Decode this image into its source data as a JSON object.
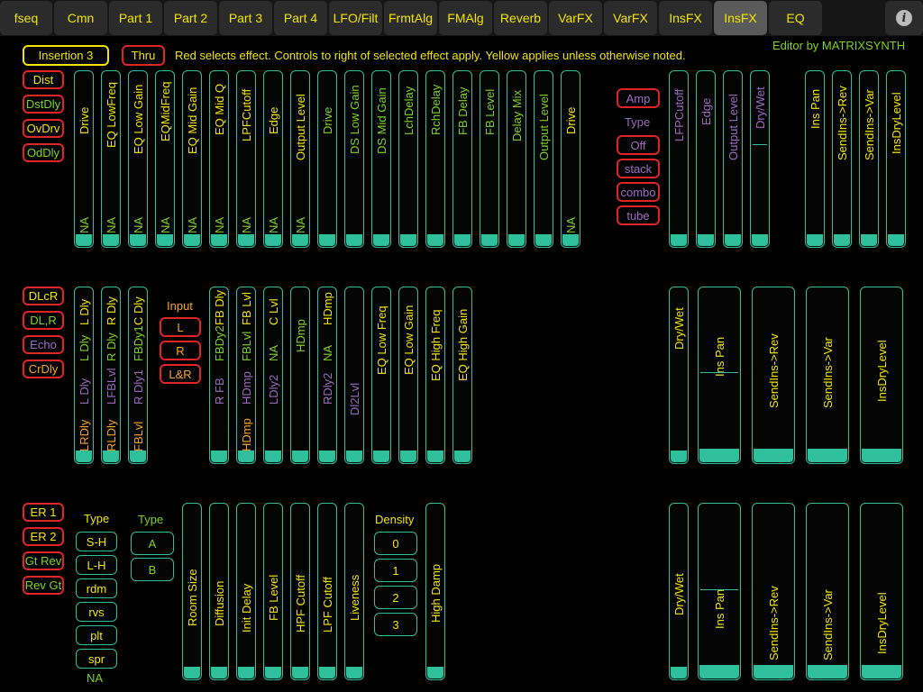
{
  "tabs": [
    "fseq",
    "Cmn",
    "Part 1",
    "Part 2",
    "Part 3",
    "Part 4",
    "LFO/Filt",
    "FrmtAlg",
    "FMAlg",
    "Reverb",
    "VarFX",
    "VarFX",
    "InsFX",
    "InsFX",
    "EQ"
  ],
  "selected_tab_index": 13,
  "info_icon": "info-icon",
  "credit": "Editor by MATRIXSYNTH",
  "header": {
    "insertion_label": "Insertion 3",
    "thru_label": "Thru",
    "instructions": "Red selects effect.   Controls to right of selected effect apply. Yellow applies unless otherwise noted."
  },
  "row1": {
    "effects": [
      "Dist",
      "DstDly",
      "OvDrv",
      "OdDly"
    ],
    "sliders": [
      {
        "label": "Drive",
        "sub": "NA"
      },
      {
        "label": "EQ LowFreq",
        "sub": "NA"
      },
      {
        "label": "EQ Low Gain",
        "sub": "NA"
      },
      {
        "label": "EQMidFreq",
        "sub": "NA"
      },
      {
        "label": "EQ Mid Gain",
        "sub": "NA"
      },
      {
        "label": "EQ Mid Q",
        "sub": "NA"
      },
      {
        "label": "LPFCutoff",
        "sub": "NA"
      },
      {
        "label": "Edge",
        "sub": "NA"
      },
      {
        "label": "Output Level",
        "sub": "NA"
      },
      {
        "label": "Drive",
        "sub": ""
      },
      {
        "label": "DS Low Gain",
        "sub": ""
      },
      {
        "label": "DS Mid Gain",
        "sub": ""
      },
      {
        "label": "LchDelay",
        "sub": ""
      },
      {
        "label": "RchDelay",
        "sub": ""
      },
      {
        "label": "FB Delay",
        "sub": ""
      },
      {
        "label": "FB Level",
        "sub": ""
      },
      {
        "label": "Delay Mix",
        "sub": ""
      },
      {
        "label": "Output Level",
        "sub": ""
      },
      {
        "label": "Drive",
        "sub": "NA"
      }
    ],
    "amp": {
      "label": "Amp",
      "type_label": "Type",
      "types": [
        "Off",
        "stack",
        "combo",
        "tube"
      ]
    },
    "amp_sliders": [
      "LFPCutoff",
      "Edge",
      "Output Level",
      "Dry/Wet"
    ],
    "right_sliders": [
      "Ins Pan",
      "SendIns->Rev",
      "SendIns->Var",
      "InsDryLevel"
    ]
  },
  "row2": {
    "effects": [
      "DLcR",
      "DL,R",
      "Echo",
      "CrDly"
    ],
    "sliders": [
      {
        "top": "L Dly",
        "mid": "L Dly",
        "low": "L Dly",
        "bottom": "LRDly"
      },
      {
        "top": "R Dly",
        "mid": "R Dly",
        "low": "LFBLvl",
        "bottom": "RLDly"
      },
      {
        "top": "C Dly",
        "mid": "FBDy1",
        "low": "R Dly1",
        "bottom": "FBLvl"
      }
    ],
    "input": {
      "label": "Input",
      "options": [
        "L",
        "R",
        "L&R"
      ]
    },
    "sliders2": [
      {
        "top": "FB Dly",
        "mid": "FBDy2",
        "low": "R FB",
        "bottom": ""
      },
      {
        "top": "FB Lvl",
        "mid": "FBLvl",
        "low": "HDmp",
        "bottom": "HDmp"
      },
      {
        "top": "C Lvl",
        "mid": "NA",
        "low": "LDly2",
        "bottom": ""
      },
      {
        "top": "",
        "mid": "HDmp",
        "low": "",
        "bottom": ""
      },
      {
        "top": "HDmp",
        "mid": "NA",
        "low": "RDly2",
        "bottom": ""
      },
      {
        "top": "",
        "mid": "",
        "low": "Dl2Lvl",
        "bottom": ""
      },
      {
        "top": "",
        "mid": "",
        "low": "EQ Low Freq",
        "bottom": ""
      },
      {
        "top": "",
        "mid": "",
        "low": "EQ Low Gain",
        "bottom": ""
      },
      {
        "top": "",
        "mid": "",
        "low": "EQ High Freq",
        "bottom": ""
      },
      {
        "top": "",
        "mid": "",
        "low": "EQ High Gain",
        "bottom": ""
      }
    ],
    "right_sliders": [
      "Dry/Wet",
      "Ins Pan",
      "SendIns->Rev",
      "SendIns->Var",
      "InsDryLevel"
    ]
  },
  "row3": {
    "effects": [
      "ER 1",
      "ER 2",
      "Gt Rev",
      "Rev Gt"
    ],
    "type_label": "Type",
    "types": [
      "S-H",
      "L-H",
      "rdm",
      "rvs",
      "plt",
      "spr"
    ],
    "type_na": "NA",
    "type2_label": "Type",
    "types2": [
      "A",
      "B"
    ],
    "sliders": [
      "Room Size",
      "Diffusion",
      "Init Delay",
      "FB Level",
      "HPF Cutoff",
      "LPF Cutoff",
      "Liveness"
    ],
    "density": {
      "label": "Density",
      "options": [
        "0",
        "1",
        "2",
        "3"
      ]
    },
    "high_damp": "High Damp",
    "right_sliders": [
      "Dry/Wet",
      "Ins Pan",
      "SendIns->Rev",
      "SendIns->Var",
      "InsDryLevel"
    ]
  },
  "colors": {
    "yellow": "#f2e600",
    "green": "#7ed321",
    "purple": "#9b6bc0",
    "orange": "#f5a623",
    "red": "#e02424",
    "teal": "#2fbf9a"
  }
}
